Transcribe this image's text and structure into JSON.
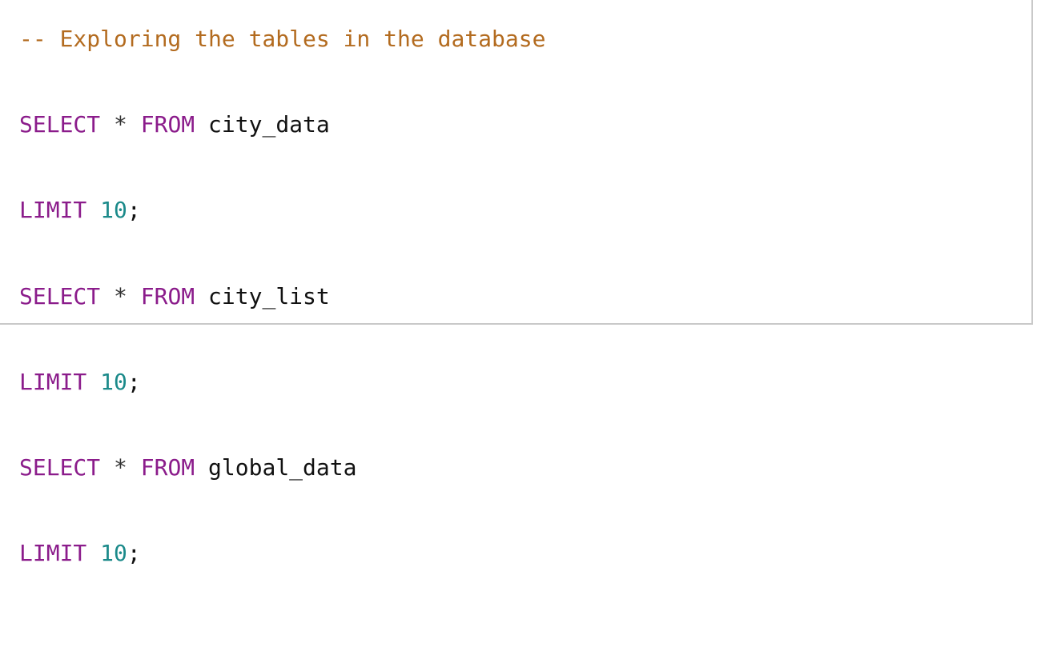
{
  "editor": {
    "lines": [
      {
        "comment": "-- Exploring the tables in the database"
      },
      {
        "keyword1": "SELECT",
        "operator": "*",
        "keyword2": "FROM",
        "table": "city_data"
      },
      {
        "keyword": "LIMIT",
        "number": "10",
        "punct": ";"
      },
      {
        "keyword1": "SELECT",
        "operator": "*",
        "keyword2": "FROM",
        "table": "city_list"
      },
      {
        "keyword": "LIMIT",
        "number": "10",
        "punct": ";"
      },
      {
        "keyword1": "SELECT",
        "operator": "*",
        "keyword2": "FROM",
        "table": "global_data"
      },
      {
        "keyword": "LIMIT",
        "number": "10",
        "punct": ";"
      }
    ],
    "colors": {
      "comment": "#b36b1f",
      "keyword": "#8b1c8b",
      "number": "#1b8a8a",
      "text": "#111111"
    }
  }
}
